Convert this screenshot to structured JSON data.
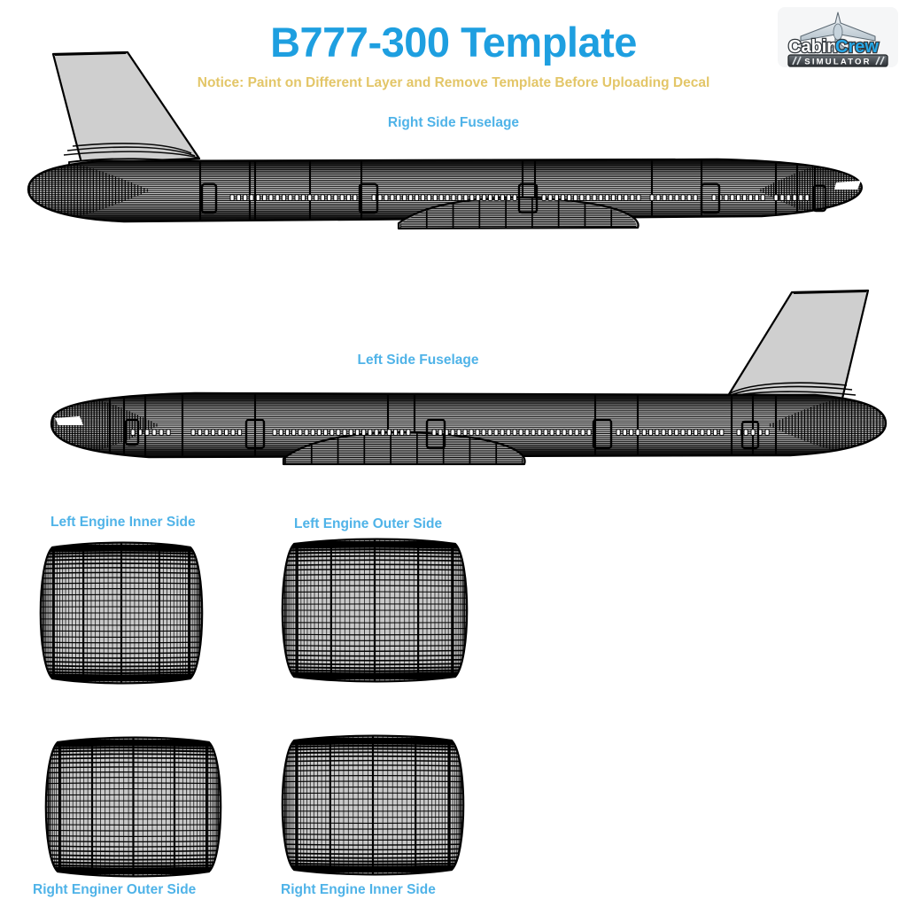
{
  "header": {
    "title": "B777-300 Template",
    "notice": "Notice: Paint on Different Layer and Remove Template Before Uploading Decal",
    "title_color": "#1E9FE0",
    "notice_color": "#E3C668"
  },
  "logo": {
    "name": "cabincrew-simulator-logo",
    "word_one": "Cabin",
    "word_two": "Crew",
    "subtitle": "SIMULATOR",
    "word_one_color": "#FFFFFF",
    "word_two_color": "#27A8E8",
    "plate_color": "#3E4246"
  },
  "sections": {
    "label_color": "#4FB3E8",
    "right_fuselage": "Right Side Fuselage",
    "left_fuselage": "Left Side Fuselage",
    "left_engine_inner": "Left Engine Inner Side",
    "left_engine_outer": "Left Engine Outer Side",
    "right_engine_outer": "Right Enginer Outer Side",
    "right_engine_inner": "Right Engine Inner Side"
  },
  "template": {
    "aircraft": "B777-300",
    "wireframe_stroke": "#000000",
    "fill_light": "#D0D0D0",
    "fill_mid": "#BEBEBE",
    "panel_fill": "#C9C9C9",
    "fuselage_panels": 2,
    "engine_panels": 4,
    "doors_per_side": 4,
    "window_rows": 1
  }
}
